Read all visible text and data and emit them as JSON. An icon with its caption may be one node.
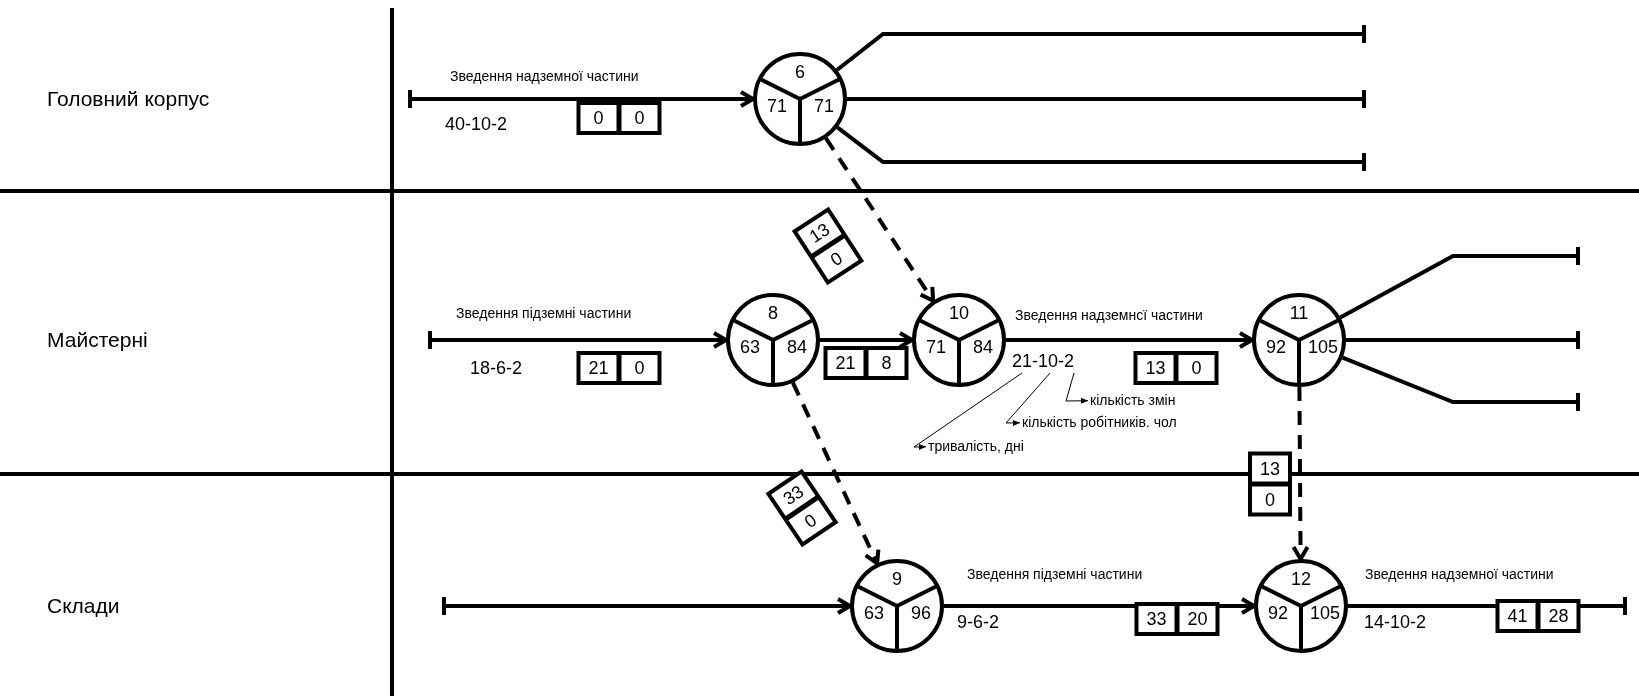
{
  "diagram": {
    "nodes": [
      {
        "text": [
          "Головний корпус"
        ]
      },
      {
        "text": [
          "0",
          "0"
        ],
        "in": 0
      },
      {
        "text": [
          "6",
          "71",
          "71"
        ],
        "in": 0
      },
      {
        "text": [
          "Майстерні"
        ]
      },
      {
        "text": [
          "13",
          "0"
        ],
        "in": 3
      },
      {
        "text": [
          "21",
          "0"
        ],
        "in": 3
      },
      {
        "text": [
          "8",
          "63",
          "84"
        ],
        "in": 3
      },
      {
        "text": [
          "21",
          "8"
        ],
        "in": 3
      },
      {
        "text": [
          "10",
          "71",
          "84"
        ],
        "in": 3
      },
      {
        "text": [
          "21-10-2"
        ],
        "in": 3
      },
      {
        "text": [
          "13",
          "0"
        ],
        "in": 3
      },
      {
        "text": [
          "11",
          "92",
          "105"
        ],
        "in": 3
      },
      {
        "text": [
          "кількість змін"
        ],
        "in": 3
      },
      {
        "text": [
          "кількість робітників. чол"
        ],
        "in": 3
      },
      {
        "text": [
          "тривалість, дні"
        ],
        "in": 3
      },
      {
        "text": [
          "33",
          "0"
        ]
      },
      {
        "text": [
          "13",
          "0"
        ]
      },
      {
        "text": [
          "Склади"
        ]
      },
      {
        "text": [
          "9",
          "63",
          "96"
        ],
        "in": 17
      },
      {
        "text": [
          "33",
          "20"
        ],
        "in": 17
      },
      {
        "text": [
          "12",
          "92",
          "105"
        ],
        "in": 17
      },
      {
        "text": [
          "41",
          "28"
        ],
        "in": 17
      }
    ],
    "edges": [
      {
        "from": null,
        "to": 2,
        "arrow": "to",
        "label": "Зведення надземної частини"
      },
      {
        "from": 2,
        "to": null,
        "arrow": "other"
      },
      {
        "from": 2,
        "to": null,
        "arrow": "other"
      },
      {
        "from": 2,
        "to": null,
        "arrow": "other"
      },
      {
        "from": 2,
        "to": 8,
        "arrow": "to",
        "style": "dashed"
      },
      {
        "from": null,
        "to": 6,
        "arrow": "to",
        "label": "Зведення підземні частини"
      },
      {
        "from": 6,
        "to": 8,
        "arrow": "to"
      },
      {
        "from": 8,
        "to": 11,
        "arrow": "to",
        "label": "Зведення надземнсї частини"
      },
      {
        "from": 11,
        "to": null,
        "arrow": "other"
      },
      {
        "from": 11,
        "to": null,
        "arrow": "other"
      },
      {
        "from": 11,
        "to": null,
        "arrow": "other"
      },
      {
        "from": 6,
        "to": 18,
        "arrow": "to",
        "style": "dashed"
      },
      {
        "from": 11,
        "to": 20,
        "arrow": "to",
        "style": "dashed"
      },
      {
        "from": null,
        "to": 18,
        "arrow": "to"
      },
      {
        "from": 18,
        "to": 20,
        "arrow": "to",
        "label": "Зведення підземні частини"
      },
      {
        "from": 20,
        "to": null,
        "arrow": "other",
        "label": "Зведення надземної частини"
      },
      {
        "from": 9,
        "to": 12,
        "arrow": "to"
      },
      {
        "from": 9,
        "to": 13,
        "arrow": "to"
      },
      {
        "from": 9,
        "to": 14,
        "arrow": "to"
      }
    ],
    "labels": [
      "40-10-2",
      "18-6-2",
      "9-6-2",
      "14-10-2"
    ]
  }
}
